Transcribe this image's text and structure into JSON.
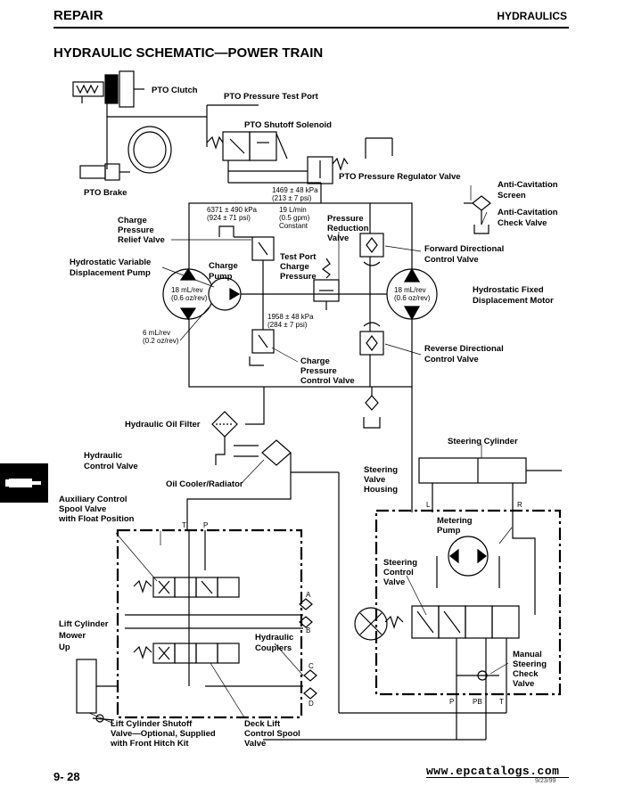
{
  "header": {
    "section": "REPAIR",
    "chapter": "HYDRAULICS"
  },
  "title": "HYDRAULIC SCHEMATIC—POWER TRAIN",
  "labels": {
    "pto_clutch": "PTO Clutch",
    "pto_test_port": "PTO Pressure Test Port",
    "pto_shutoff": "PTO Shutoff Solenoid",
    "pto_brake": "PTO Brake",
    "pto_regulator": "PTO Pressure Regulator Valve",
    "anti_cav_screen": [
      "Anti-Cavitation",
      "Screen"
    ],
    "anti_cav_check": [
      "Anti-Cavitation",
      "Check Valve"
    ],
    "charge_relief": [
      "Charge",
      "Pressure",
      "Relief Valve"
    ],
    "hydro_pump": [
      "Hydrostatic Variable",
      "Displacement Pump"
    ],
    "charge_pump": [
      "Charge",
      "Pump"
    ],
    "test_port": [
      "Test Port",
      "Charge",
      "Pressure"
    ],
    "pressure_reduction": [
      "Pressure",
      "Reduction",
      "Valve"
    ],
    "fwd_dir": [
      "Forward Directional",
      "Control Valve"
    ],
    "hydro_motor": [
      "Hydrostatic Fixed",
      "Displacement Motor"
    ],
    "rev_dir": [
      "Reverse Directional",
      "Control Valve"
    ],
    "charge_control": [
      "Charge",
      "Pressure",
      "Control Valve"
    ],
    "oil_filter": "Hydraulic Oil Filter",
    "oil_cooler": "Oil Cooler/Radiator",
    "steering_cyl": "Steering Cylinder",
    "steering_housing": [
      "Steering",
      "Valve",
      "Housing"
    ],
    "metering_pump": [
      "Metering",
      "Pump"
    ],
    "steering_control": [
      "Steering",
      "Control",
      "Valve"
    ],
    "manual_check": [
      "Manual",
      "Steering",
      "Check",
      "Valve"
    ],
    "hyd_control_valve": [
      "Hydraulic",
      "Control Valve"
    ],
    "aux_spool": [
      "Auxiliary Control",
      "Spool Valve",
      "with Float Position"
    ],
    "lift_cyl": [
      "Lift Cylinder",
      "Mower",
      "Up"
    ],
    "hyd_couplers": [
      "Hydraulic",
      "Couplers"
    ],
    "lift_shutoff": [
      "Lift Cylinder Shutoff",
      "Valve—Optional, Supplied",
      "with Front Hitch Kit"
    ],
    "deck_lift": [
      "Deck Lift",
      "Control Spool",
      "Valve"
    ]
  },
  "values": {
    "pto_reg": [
      "1469 ± 48 kPa",
      "(213 ± 7 psi)"
    ],
    "relief": [
      "6371 ± 490 kPa",
      "(924 ± 71 psi)"
    ],
    "flow": [
      "19 L/min",
      "(0.5 gpm)",
      "Constant"
    ],
    "pump_disp": [
      "18 mL/rev",
      "(0.6 oz/rev)"
    ],
    "motor_disp": [
      "18 mL/rev",
      "(0.6 oz/rev)"
    ],
    "charge_disp": [
      "6 mL/rev",
      "(0.2 oz/rev)"
    ],
    "charge_ctrl": [
      "1958 ± 48 kPa",
      "(284 ± 7 psi)"
    ]
  },
  "ports": {
    "T": "T",
    "P": "P",
    "A": "A",
    "B": "B",
    "C": "C",
    "D": "D",
    "L": "L",
    "R": "R",
    "P2": "P",
    "PB": "PB",
    "T2": "T"
  },
  "footer": {
    "page": "9- 28",
    "website": "www.epcatalogs.com",
    "date": "9/23/99"
  }
}
